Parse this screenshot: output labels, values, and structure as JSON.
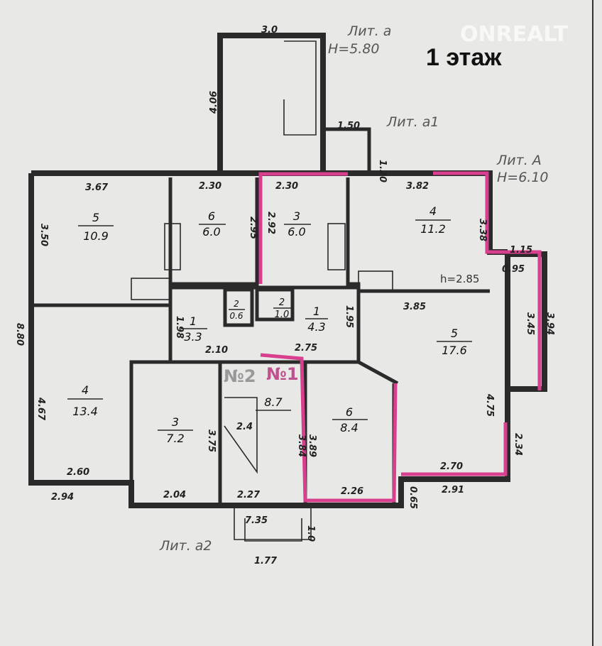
{
  "title": "1 этаж",
  "watermark": "ONREALT",
  "literals": {
    "a": "Лит. а",
    "a_h": "H=5.80",
    "a1": "Лит. а1",
    "A": "Лит. А",
    "A_h": "H=6.10",
    "a2": "Лит. а2"
  },
  "apartments": {
    "n2": "№2",
    "n1": "№1"
  },
  "ceiling": "h=2.85",
  "rooms": [
    {
      "num": "5",
      "area": "10.9"
    },
    {
      "num": "6",
      "area": "6.0"
    },
    {
      "num": "3",
      "area": "6.0"
    },
    {
      "num": "4",
      "area": "11.2"
    },
    {
      "num": "1",
      "area": "3.3"
    },
    {
      "num": "2",
      "area": "0.6"
    },
    {
      "num": "2",
      "area": "1.0"
    },
    {
      "num": "1",
      "area": "4.3"
    },
    {
      "num": "5",
      "area": "17.6"
    },
    {
      "num": "4",
      "area": "13.4"
    },
    {
      "num": "3",
      "area": "7.2"
    },
    {
      "num": "",
      "area": "8.7"
    },
    {
      "num": "6",
      "area": "8.4"
    }
  ],
  "stair_label": "2.4",
  "dims": [
    "3.0",
    "4.06",
    "1.50",
    "1.20",
    "3.67",
    "2.30",
    "2.30",
    "3.82",
    "2.92",
    "2.95",
    "3.50",
    "3.38",
    "1.15",
    "0.95",
    "3.85",
    "3.45",
    "3.94",
    "1.98",
    "1.95",
    "2.10",
    "2.75",
    "8.80",
    "4.67",
    "3.75",
    "3.84",
    "3.89",
    "4.75",
    "2.34",
    "2.70",
    "2.91",
    "0.65",
    "2.60",
    "2.94",
    "2.04",
    "2.27",
    "2.26",
    "7.35",
    "1.0",
    "1.77"
  ]
}
